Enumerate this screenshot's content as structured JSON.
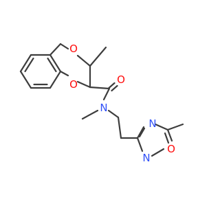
{
  "molecule": {
    "atoms": {
      "o_ring_top": {
        "symbol": "O",
        "color": "#ff0d0d"
      },
      "o_ring_bottom": {
        "symbol": "O",
        "color": "#ff0d0d"
      },
      "o_carbonyl": {
        "symbol": "O",
        "color": "#ff0d0d"
      },
      "n_amide": {
        "symbol": "N",
        "color": "#3050f8"
      },
      "n_oxadiazole_3": {
        "symbol": "N",
        "color": "#3050f8"
      },
      "n_oxadiazole_2": {
        "symbol": "N",
        "color": "#3050f8"
      },
      "o_oxadiazole": {
        "symbol": "O",
        "color": "#ff0d0d"
      }
    },
    "colors": {
      "bond": "#3d3d3d",
      "background": "#ffffff"
    }
  }
}
